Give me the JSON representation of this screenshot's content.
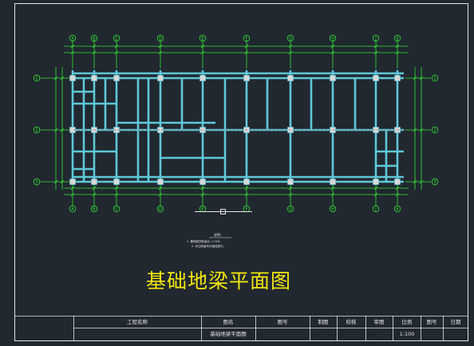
{
  "drawing": {
    "title": "基础地梁平面图",
    "scale": "1:100",
    "axes_horizontal": [
      "A",
      "B",
      "C",
      "D",
      "E",
      "F",
      "G",
      "H",
      "J",
      "K"
    ],
    "axes_vertical": [
      "1",
      "2",
      "3"
    ],
    "legend_heading": "说明：",
    "legend_lines": [
      "1. 基础梁顶标高为 -0.300。",
      "2. 未注明者均为轴线居中。"
    ]
  },
  "title_block": {
    "project_name_label": "工程名称",
    "drawing_name_label": "图名",
    "drawing_name_value": "基础地梁平面图",
    "drawing_no_label": "图号",
    "drawn_label": "制图",
    "check_label": "校核",
    "review_label": "审图",
    "scale_label": "比例",
    "scale_value": "1:100",
    "sheet_label": "图号",
    "date_label": "日期"
  },
  "colors": {
    "background": "#212830",
    "beam": "#5fc8d8",
    "axis": "#33e033",
    "dimension": "#33e033",
    "title": "#f2e60f",
    "frame": "#e6e6e6"
  }
}
